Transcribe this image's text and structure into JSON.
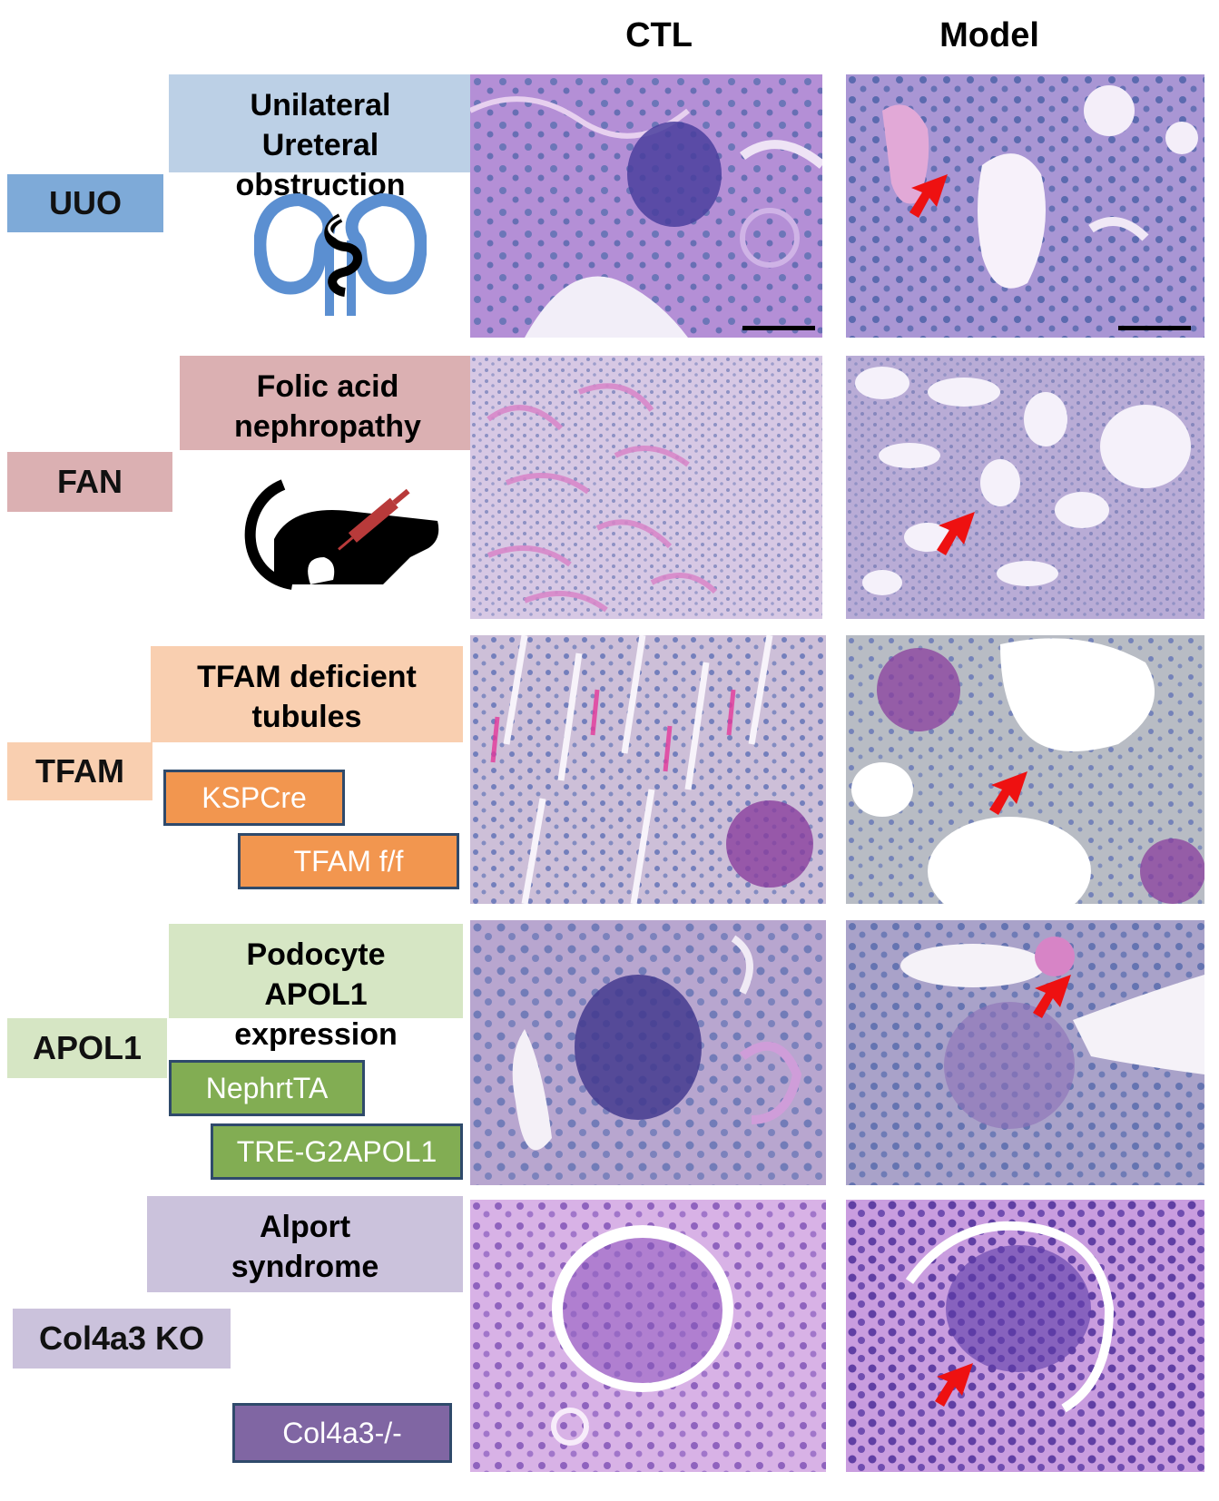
{
  "columns": {
    "ctl": "CTL",
    "model": "Model"
  },
  "colors": {
    "uuo": "#7eaad8",
    "uuo_light": "#bcd0e6",
    "fan": "#dbb0b2",
    "tfam": "#f9cfb0",
    "tfam_gene": "#f2964f",
    "apol1": "#d6e6c4",
    "apol1_gene": "#82ad53",
    "col": "#cbc2dc",
    "col_gene": "#8066a3",
    "arrow": "#ee1111",
    "kidney": "#5b8fd1"
  },
  "rows": [
    {
      "tag": "UUO",
      "desc_lines": [
        "Unilateral",
        "Ureteral",
        "obstruction"
      ],
      "icon": "kidney-knot-icon",
      "genes": []
    },
    {
      "tag": "FAN",
      "desc_lines": [
        "Folic acid",
        "nephropathy"
      ],
      "icon": "mouse-injection-icon",
      "genes": []
    },
    {
      "tag": "TFAM",
      "desc_lines": [
        "TFAM deficient",
        "tubules"
      ],
      "icon": "",
      "genes": [
        "KSPCre",
        "TFAM f/f"
      ]
    },
    {
      "tag": "APOL1",
      "desc_lines": [
        "Podocyte",
        "APOL1",
        "expression"
      ],
      "icon": "",
      "genes": [
        "NephrtTA",
        "TRE-G2APOL1"
      ]
    },
    {
      "tag": "Col4a3 KO",
      "desc_lines": [
        "Alport",
        "syndrome"
      ],
      "icon": "",
      "genes": [
        "Col4a3-/-"
      ]
    }
  ]
}
